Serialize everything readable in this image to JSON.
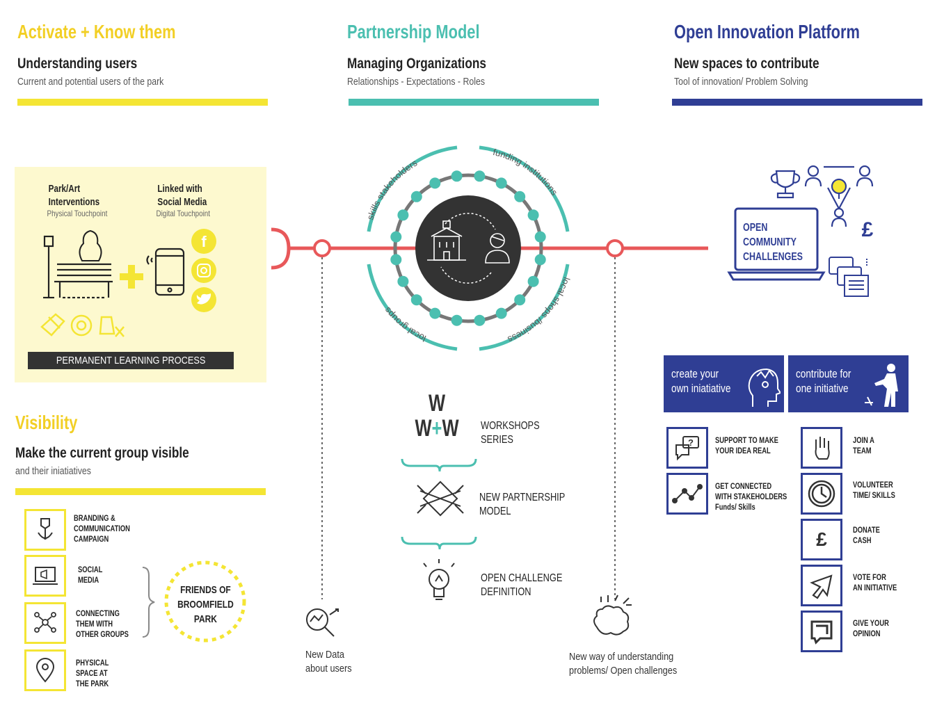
{
  "columns": {
    "left": {
      "title": "Activate + Know them",
      "subtitle": "Understanding users",
      "caption": "Current and potential users of the park",
      "color": "#f4e534"
    },
    "middle": {
      "title": "Partnership Model",
      "subtitle": "Managing Organizations",
      "caption": "Relationships - Expectations - Roles",
      "color": "#4bbfb0"
    },
    "right": {
      "title": "Open Innovation Platform",
      "subtitle": "New spaces to contribute",
      "caption": "Tool of innovation/ Problem Solving",
      "color": "#2f3e94"
    }
  },
  "touchpoints": {
    "physical_title": "Park/Art\nInterventions",
    "physical_caption": "Physical Touchpoint",
    "digital_title": "Linked with\nSocial Media",
    "digital_caption": "Digital Touchpoint",
    "learning_bar": "PERMANENT LEARNING PROCESS"
  },
  "ring": {
    "labels": [
      "skills stakeholders",
      "funding institutions",
      "local shops /business",
      "local groups"
    ]
  },
  "visibility": {
    "title": "Visibility",
    "subtitle": "Make the current group visible",
    "caption": "and their iniatiatives",
    "items": [
      {
        "label": "BRANDING &\nCOMMUNICATION\nCAMPAIGN",
        "icon": "pen-nib-icon"
      },
      {
        "label": "SOCIAL\nMEDIA",
        "icon": "megaphone-laptop-icon"
      },
      {
        "label": "CONNECTING\nTHEM WITH\nOTHER GROUPS",
        "icon": "network-people-icon"
      },
      {
        "label": "PHYSICAL\nSPACE AT\nTHE PARK",
        "icon": "location-pin-icon"
      }
    ],
    "friends": "FRIENDS OF\nBROOMFIELD\nPARK"
  },
  "process": {
    "www_top": "W",
    "www_left": "W",
    "www_plus": "+",
    "www_right": "W",
    "workshops": "WORKSHOPS\nSERIES",
    "partnership": "NEW PARTNERSHIP\nMODEL",
    "challenge": "OPEN CHALLENGE\nDEFINITION"
  },
  "outputs": {
    "new_data": "New Data\nabout users",
    "new_way": "New way of understanding\nproblems/ Open challenges"
  },
  "platform": {
    "laptop_text": "OPEN\nCOMMUNITY\nCHALLENGES",
    "create": "create your\nown iniatiative",
    "contribute": "contribute for\none initiative",
    "left_items": [
      {
        "label": "SUPPORT TO MAKE\nYOUR IDEA REAL",
        "icon": "question-chat-icon"
      },
      {
        "label": "GET CONNECTED\nWITH STAKEHOLDERS\nFunds/ Skills",
        "icon": "connected-nodes-icon"
      }
    ],
    "right_items": [
      {
        "label": "JOIN A\nTEAM",
        "icon": "raised-hand-icon"
      },
      {
        "label": "VOLUNTEER\nTIME/ SKILLS",
        "icon": "clock-icon"
      },
      {
        "label": "DONATE\nCASH",
        "icon": "pound-icon"
      },
      {
        "label": "VOTE FOR\nAN INITIATIVE",
        "icon": "cursor-arrow-icon"
      },
      {
        "label": "GIVE YOUR\nOPINION",
        "icon": "speech-bubble-icon"
      }
    ]
  },
  "colors": {
    "red": "#e8585a",
    "teal": "#4bbfb0",
    "dark": "#333333",
    "yellow": "#f4e534",
    "navy": "#2f3e94",
    "cream": "#fdf9cf"
  }
}
